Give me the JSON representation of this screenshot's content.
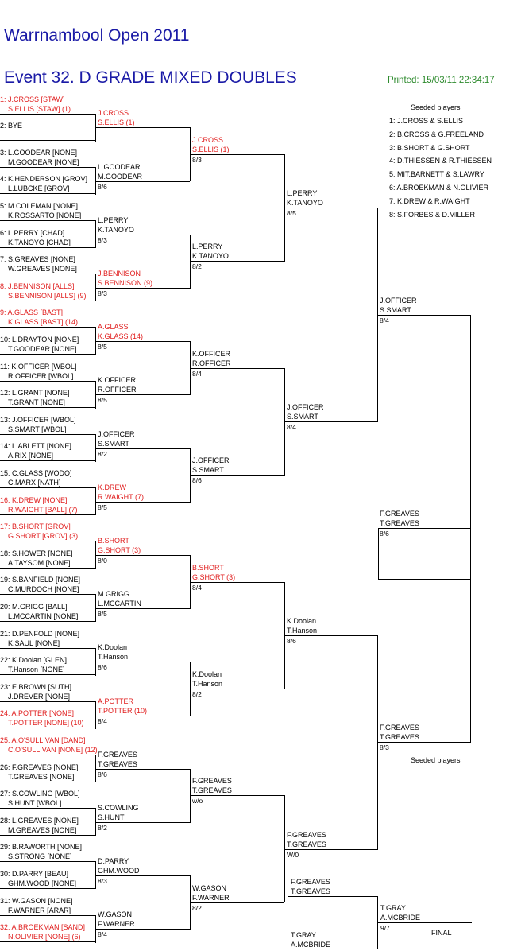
{
  "title": "Warrnambool Open 2011",
  "event_title": "Event 32. D GRADE MIXED DOUBLES",
  "printed": "Printed: 15/03/11 22:34:17",
  "seeded_header_top": "Seeded players",
  "seeded_header_bottom": "Seeded players",
  "final_label": "FINAL",
  "seeded": [
    "1: J.CROSS & S.ELLIS",
    "2: B.CROSS & G.FREELAND",
    "3: B.SHORT & G.SHORT",
    "4: D.THIESSEN & R.THIESSEN",
    "5: MIT.BARNETT & S.LAWRY",
    "6: A.BROEKMAN & N.OLIVIER",
    "7: K.DREW & R.WAIGHT",
    "8: S.FORBES & D.MILLER"
  ],
  "round1": [
    {
      "p1": "1: J.CROSS [STAW]",
      "p2": "S.ELLIS [STAW] (1)",
      "red": true
    },
    {
      "p1": "2: BYE",
      "p2": "",
      "red": false
    },
    {
      "p1": "3: L.GOODEAR [NONE]",
      "p2": "M.GOODEAR [NONE]",
      "red": false
    },
    {
      "p1": "4: K.HENDERSON [GROV]",
      "p2": "L.LUBCKE [GROV]",
      "red": false
    },
    {
      "p1": "5: M.COLEMAN [NONE]",
      "p2": "K.ROSSARTO [NONE]",
      "red": false
    },
    {
      "p1": "6: L.PERRY [CHAD]",
      "p2": "K.TANOYO [CHAD]",
      "red": false
    },
    {
      "p1": "7: S.GREAVES [NONE]",
      "p2": "W.GREAVES [NONE]",
      "red": false
    },
    {
      "p1": "8: J.BENNISON [ALLS]",
      "p2": "S.BENNISON [ALLS] (9)",
      "red": true
    },
    {
      "p1": "9: A.GLASS [BAST]",
      "p2": "K.GLASS [BAST] (14)",
      "red": true
    },
    {
      "p1": "10: L.DRAYTON [NONE]",
      "p2": "T.GOODEAR [NONE]",
      "red": false
    },
    {
      "p1": "11: K.OFFICER [WBOL]",
      "p2": "R.OFFICER [WBOL]",
      "red": false
    },
    {
      "p1": "12: L.GRANT [NONE]",
      "p2": "T.GRANT [NONE]",
      "red": false
    },
    {
      "p1": "13: J.OFFICER [WBOL]",
      "p2": "S.SMART [WBOL]",
      "red": false
    },
    {
      "p1": "14: L.ABLETT [NONE]",
      "p2": "A.RIX [NONE]",
      "red": false
    },
    {
      "p1": "15: C.GLASS [WODO]",
      "p2": "C.MARX [NATH]",
      "red": false
    },
    {
      "p1": "16: K.DREW [NONE]",
      "p2": "R.WAIGHT [BALL] (7)",
      "red": true
    },
    {
      "p1": "17: B.SHORT [GROV]",
      "p2": "G.SHORT [GROV] (3)",
      "red": true
    },
    {
      "p1": "18: S.HOWER [NONE]",
      "p2": "A.TAYSOM [NONE]",
      "red": false
    },
    {
      "p1": "19: S.BANFIELD [NONE]",
      "p2": "C.MURDOCH [NONE]",
      "red": false
    },
    {
      "p1": "20: M.GRIGG [BALL]",
      "p2": "L.MCCARTIN [NONE]",
      "red": false
    },
    {
      "p1": "21: D.PENFOLD [NONE]",
      "p2": "K.SAUL [NONE]",
      "red": false
    },
    {
      "p1": "22: K.Doolan [GLEN]",
      "p2": "T.Hanson [NONE]",
      "red": false
    },
    {
      "p1": "23: E.BROWN [SUTH]",
      "p2": "J.DREVER [NONE]",
      "red": false
    },
    {
      "p1": "24: A.POTTER [NONE]",
      "p2": "T.POTTER [NONE] (10)",
      "red": true
    },
    {
      "p1": "25: A.O'SULLIVAN [DAND]",
      "p2": "C.O'SULLIVAN [NONE] (12)",
      "red": true
    },
    {
      "p1": "26: F.GREAVES [NONE]",
      "p2": "T.GREAVES [NONE]",
      "red": false
    },
    {
      "p1": "27: S.COWLING [WBOL]",
      "p2": "S.HUNT [WBOL]",
      "red": false
    },
    {
      "p1": "28: L.GREAVES [NONE]",
      "p2": "M.GREAVES [NONE]",
      "red": false
    },
    {
      "p1": "29: B.RAWORTH [NONE]",
      "p2": "S.STRONG [NONE]",
      "red": false
    },
    {
      "p1": "30: D.PARRY [BEAU]",
      "p2": "GHM.WOOD [NONE]",
      "red": false
    },
    {
      "p1": "31: W.GASON [NONE]",
      "p2": "F.WARNER [ARAR]",
      "red": false
    },
    {
      "p1": "32: A.BROEKMAN [SAND]",
      "p2": "N.OLIVIER [NONE] (6)",
      "red": true
    }
  ],
  "round2": [
    {
      "p1": "J.CROSS",
      "p2": "S.ELLIS (1)",
      "score": "",
      "red": true
    },
    {
      "p1": "L.GOODEAR",
      "p2": "M.GOODEAR",
      "score": "8/6",
      "red": false
    },
    {
      "p1": "L.PERRY",
      "p2": "K.TANOYO",
      "score": "8/3",
      "red": false
    },
    {
      "p1": "J.BENNISON",
      "p2": "S.BENNISON (9)",
      "score": "8/3",
      "red": true
    },
    {
      "p1": "A.GLASS",
      "p2": "K.GLASS (14)",
      "score": "8/5",
      "red": true
    },
    {
      "p1": "K.OFFICER",
      "p2": "R.OFFICER",
      "score": "8/5",
      "red": false
    },
    {
      "p1": "J.OFFICER",
      "p2": "S.SMART",
      "score": "8/2",
      "red": false
    },
    {
      "p1": "K.DREW",
      "p2": "R.WAIGHT (7)",
      "score": "8/5",
      "red": true
    },
    {
      "p1": "B.SHORT",
      "p2": "G.SHORT (3)",
      "score": "8/0",
      "red": true
    },
    {
      "p1": "M.GRIGG",
      "p2": "L.MCCARTIN",
      "score": "8/5",
      "red": false
    },
    {
      "p1": "K.Doolan",
      "p2": "T.Hanson",
      "score": "8/6",
      "red": false
    },
    {
      "p1": "A.POTTER",
      "p2": "T.POTTER (10)",
      "score": "8/4",
      "red": true
    },
    {
      "p1": "F.GREAVES",
      "p2": "T.GREAVES",
      "score": "8/6",
      "red": false
    },
    {
      "p1": "S.COWLING",
      "p2": "S.HUNT",
      "score": "8/2",
      "red": false
    },
    {
      "p1": "D.PARRY",
      "p2": "GHM.WOOD",
      "score": "8/3",
      "red": false
    },
    {
      "p1": "W.GASON",
      "p2": "F.WARNER",
      "score": "8/4",
      "red": false
    }
  ],
  "round3": [
    {
      "p1": "J.CROSS",
      "p2": "S.ELLIS (1)",
      "score": "8/3",
      "red": true
    },
    {
      "p1": "L.PERRY",
      "p2": "K.TANOYO",
      "score": "8/2",
      "red": false
    },
    {
      "p1": "K.OFFICER",
      "p2": "R.OFFICER",
      "score": "8/4",
      "red": false
    },
    {
      "p1": "J.OFFICER",
      "p2": "S.SMART",
      "score": "8/6",
      "red": false
    },
    {
      "p1": "B.SHORT",
      "p2": "G.SHORT (3)",
      "score": "8/4",
      "red": true
    },
    {
      "p1": "K.Doolan",
      "p2": "T.Hanson",
      "score": "8/2",
      "red": false
    },
    {
      "p1": "F.GREAVES",
      "p2": "T.GREAVES",
      "score": "w/o",
      "red": false
    },
    {
      "p1": "W.GASON",
      "p2": "F.WARNER",
      "score": "8/2",
      "red": false
    }
  ],
  "round4": [
    {
      "p1": "L.PERRY",
      "p2": "K.TANOYO",
      "score": "8/5",
      "red": false
    },
    {
      "p1": "J.OFFICER",
      "p2": "S.SMART",
      "score": "8/4",
      "red": false
    },
    {
      "p1": "K.Doolan",
      "p2": "T.Hanson",
      "score": "8/6",
      "red": false
    },
    {
      "p1": "F.GREAVES",
      "p2": "T.GREAVES",
      "score": "W/0",
      "red": false
    }
  ],
  "round5": [
    {
      "p1": "J.OFFICER",
      "p2": "S.SMART",
      "score": "8/4",
      "red": false
    },
    {
      "p1": "F.GREAVES",
      "p2": "T.GREAVES",
      "score": "8/3",
      "red": false
    }
  ],
  "round6": [
    {
      "p1": "F.GREAVES",
      "p2": "T.GREAVES",
      "score": "8/6",
      "red": false
    }
  ],
  "final_side": {
    "p1": "F.GREAVES",
    "p2": "T.GREAVES"
  },
  "final_bottom": {
    "p1": "T.GRAY",
    "p2": "A.MCBRIDE"
  },
  "final_winner": {
    "p1": "T.GRAY",
    "p2": "A.MCBRIDE",
    "score": "9/7"
  }
}
